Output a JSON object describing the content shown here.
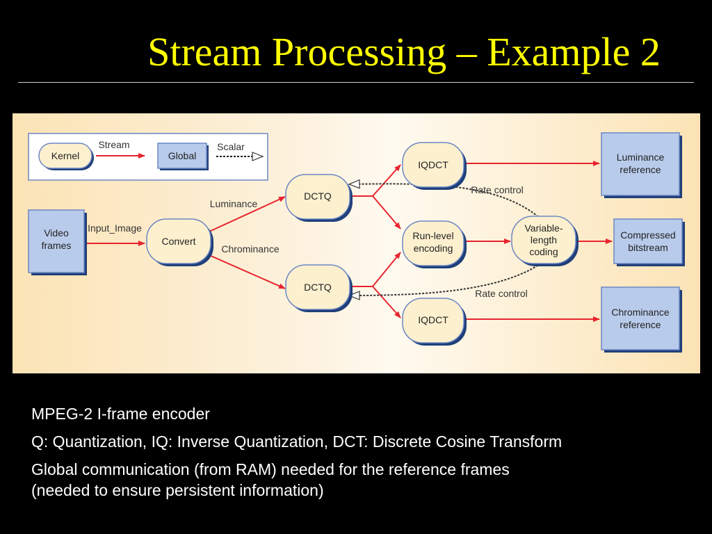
{
  "slide": {
    "title": "Stream Processing – Example 2"
  },
  "legend": {
    "kernel": "Kernel",
    "stream": "Stream",
    "global": "Global",
    "scalar": "Scalar"
  },
  "diagram": {
    "video_frames": [
      "Video",
      "frames"
    ],
    "input_image": "Input_Image",
    "convert": "Convert",
    "luminance": "Luminance",
    "chrominance": "Chrominance",
    "dctq": "DCTQ",
    "iqdct": "IQDCT",
    "run_level": [
      "Run-level",
      "encoding"
    ],
    "vlc": [
      "Variable-",
      "length",
      "coding"
    ],
    "rate_control": "Rate control",
    "luminance_reference": [
      "Luminance",
      "reference"
    ],
    "compressed_bitstream": [
      "Compressed",
      "bitstream"
    ],
    "chrominance_reference": [
      "Chrominance",
      "reference"
    ]
  },
  "bullets": {
    "b1": "MPEG-2 I-frame encoder",
    "b2": "Q: Quantization, IQ: Inverse Quantization, DCT: Discrete Cosine Transform",
    "b3": "Global communication (from RAM) needed for the reference frames",
    "b4": "(needed to ensure persistent information)"
  },
  "colors": {
    "title": "#ffff00",
    "stream_arrow": "#e8242e",
    "kernel_fill": "#fdf0cf",
    "global_fill": "#b9cbeb",
    "outline": "#6c87c3"
  }
}
